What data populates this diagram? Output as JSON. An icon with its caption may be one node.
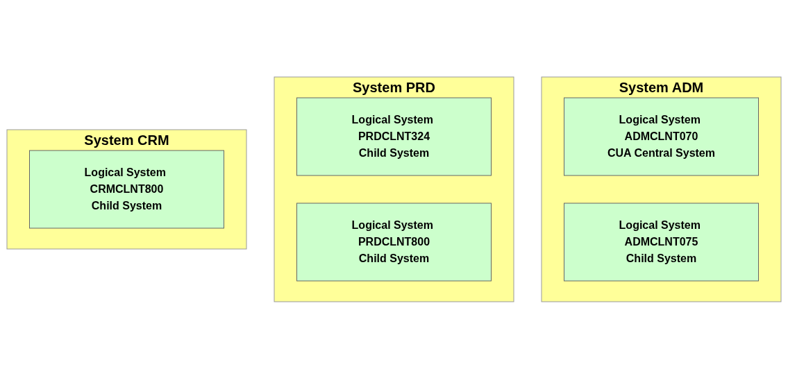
{
  "diagram": {
    "nodes": [
      {
        "text": [
          "System ADM"
        ]
      },
      {
        "text": [
          "Logical System ADMCLNT070",
          "CUA Central System"
        ],
        "in": 0
      },
      {
        "text": [
          "Logical System ADMCLNT075",
          "Child System"
        ],
        "in": 0
      },
      {
        "text": [
          "System PRD"
        ]
      },
      {
        "text": [
          "Logical System PRDCLNT324",
          "Child System"
        ],
        "in": 3
      },
      {
        "text": [
          "Logical System PRDCLNT800",
          "Child System"
        ],
        "in": 3
      },
      {
        "text": [
          "System CRM"
        ]
      },
      {
        "text": [
          "Logical System CRMCLNT800",
          "Child System"
        ],
        "in": 6
      }
    ],
    "edges": []
  }
}
